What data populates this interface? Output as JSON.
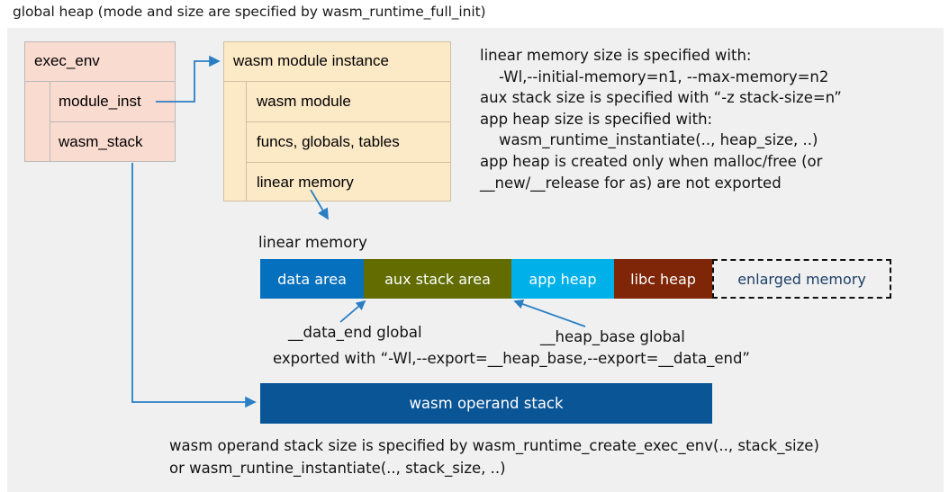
{
  "title": "global heap (mode and size are specified by wasm_runtime_full_init)",
  "colors": {
    "panel_bg": "#f0f0f0",
    "exec_env_fill": "#fadbd0",
    "module_fill": "#fce9c6",
    "data_area": "#0570be",
    "aux_stack_area": "#626c00",
    "app_heap": "#00b0e8",
    "libc_heap": "#7e2607",
    "enlarged_memory_border": "#101010",
    "operand_stack": "#0a5596",
    "connector": "#2a7fc4"
  },
  "exec_env": {
    "header": "exec_env",
    "fields": [
      {
        "label": "module_inst"
      },
      {
        "label": "wasm_stack"
      }
    ]
  },
  "module_instance": {
    "header": "wasm module instance",
    "fields": [
      {
        "label": "wasm module"
      },
      {
        "label": "funcs, globals, tables"
      },
      {
        "label": "linear memory"
      }
    ]
  },
  "notes": {
    "linear_memory_notes": "linear memory size is specified with:\n    -Wl,--initial-memory=n1, --max-memory=n2\naux stack size is specified with “-z stack-size=n”\napp heap size is specified with:\n    wasm_runtime_instantiate(.., heap_size, ..)\napp heap is created only when malloc/free (or\n__new/__release for as) are not exported"
  },
  "linear_memory": {
    "label": "linear memory",
    "segments": [
      {
        "label": "data area",
        "color": "#0570be",
        "style": "solid"
      },
      {
        "label": "aux stack area",
        "color": "#626c00",
        "style": "solid"
      },
      {
        "label": "app heap",
        "color": "#00b0e8",
        "style": "solid"
      },
      {
        "label": "libc heap",
        "color": "#7e2607",
        "style": "solid"
      },
      {
        "label": "enlarged memory",
        "color": "#f0f0f0",
        "style": "dashed"
      }
    ],
    "annotations": {
      "data_end": "__data_end global",
      "heap_base": "__heap_base global",
      "exported_with": "exported with “-Wl,--export=__heap_base,--export=__data_end”"
    }
  },
  "operand_stack": {
    "label": "wasm operand stack",
    "caption": "wasm operand stack size is specified by wasm_runtime_create_exec_env(.., stack_size)\nor wasm_runtine_instantiate(.., stack_size, ..)"
  }
}
